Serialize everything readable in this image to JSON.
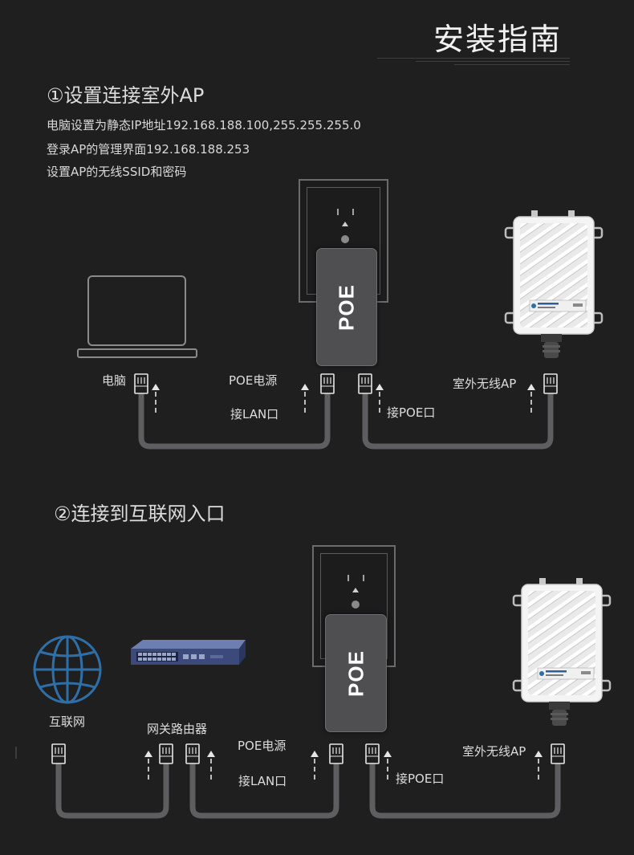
{
  "page_title": "安装指南",
  "section1": {
    "title": "①设置连接室外AP",
    "instructions": [
      "电脑设置为静态IP地址192.168.188.100,255.255.255.0",
      "登录AP的管理界面192.168.188.253",
      "设置AP的无线SSID和密码"
    ],
    "poe_label": "POE",
    "labels": {
      "computer": "电脑",
      "poe_power": "POE电源",
      "lan_port": "接LAN口",
      "poe_port": "接POE口",
      "outdoor_ap": "室外无线AP"
    }
  },
  "section2": {
    "title": "②连接到互联网入口",
    "poe_label": "POE",
    "labels": {
      "internet": "互联网",
      "router": "网关路由器",
      "poe_power": "POE电源",
      "lan_port": "接LAN口",
      "poe_port": "接POE口",
      "outdoor_ap": "室外无线AP"
    }
  },
  "colors": {
    "background": "#1f1f20",
    "cable": "#5e5e60",
    "poe_box": "#4f4f52",
    "globe": "#2f6fa8",
    "router": "#3b4a7a"
  },
  "icons": [
    "laptop-icon",
    "globe-icon",
    "router-icon",
    "outdoor-ap-icon",
    "wall-outlet-icon",
    "rj45-connector-icon",
    "arrow-up-icon"
  ]
}
